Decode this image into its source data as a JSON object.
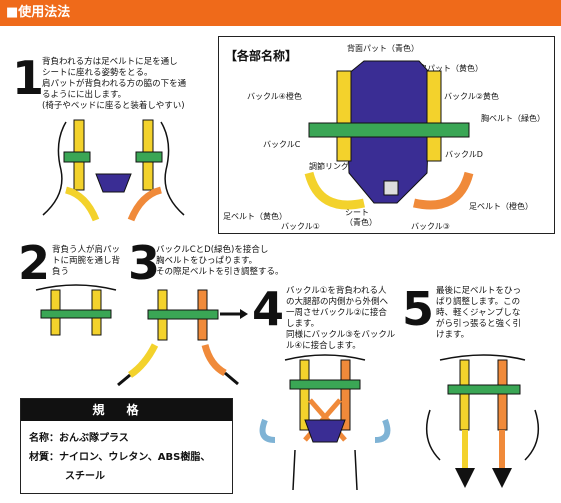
{
  "header": {
    "title": "■使用法法"
  },
  "steps": [
    {
      "number": "1",
      "text": "背負われる方は足ベルトに足を通し\nシートに座れる姿勢をとる。\n肩パットが背負われる方の脇の下を通\nるようにに出します。\n(椅子やベッドに座ると装着しやすい)"
    },
    {
      "number": "2",
      "text": "背負う人が肩パッ\nトに両腕を通し背\n負う"
    },
    {
      "number": "3",
      "text": "バックルCとD(緑色)を接合し\n胸ベルトをひっぱります。\nその際足ベルトを引き調整する。"
    },
    {
      "number": "4",
      "text": "バックル①を背負われる人\nの大腿部の内側から外側へ\n一周させバックル②に接合\nします。\n同様にバックル③をバックル\nル④に接合します。"
    },
    {
      "number": "5",
      "text": "最後に足ベルトをひっ\nぱり調整します。この\n時、軽くジャンプしな\nがら引っ張ると強く引\nけます。"
    }
  ],
  "parts": {
    "title": "【各部名称】",
    "labels": [
      "背面パット（青色）",
      "肩パット（黄色）",
      "バックル④橙色",
      "バックル②黄色",
      "胸ベルト（緑色）",
      "バックルC",
      "バックルD",
      "調節リング",
      "足ベルト（黄色）",
      "シート",
      "（青色）",
      "足ベルト（橙色）",
      "バックル①",
      "バックル③"
    ]
  },
  "spec": {
    "title": "規格",
    "name_line": "名称：おんぶ隊プラス",
    "material_line": "材質：ナイロン、ウレタン、ABS樹脂、",
    "material_line2": "スチール"
  },
  "colors": {
    "header": "#ef6a1a",
    "yellow": "#f3d22c",
    "orange": "#f08a3a",
    "green": "#3aa655",
    "blue": "#3a2d94"
  }
}
